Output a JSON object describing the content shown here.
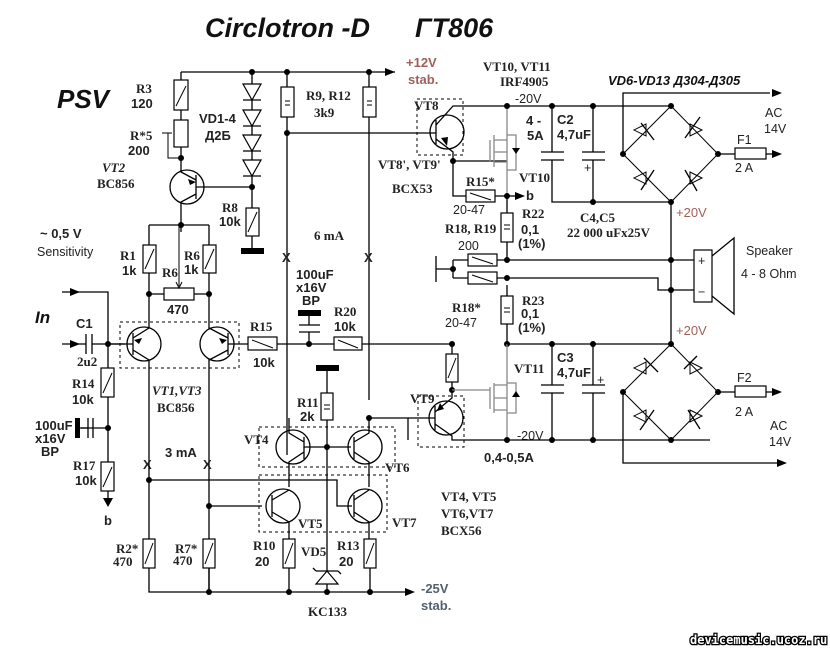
{
  "title": {
    "main": "Circlotron -D",
    "device": "ГТ806"
  },
  "brand": "PSV",
  "watermark": "devicemusic.ucoz.ru",
  "rails": {
    "plus12": "+12V",
    "plus12_note": "stab.",
    "minus25": "-25V",
    "minus25_note": "stab.",
    "minus20_top": "-20V",
    "minus20_bottom": "-20V",
    "plus20_top": "+20V",
    "plus20_bottom": "+20V"
  },
  "input": {
    "label": "In",
    "sensitivity_value": "~ 0,5 V",
    "sensitivity_label": "Sensitivity",
    "b_terminal": "b"
  },
  "components": {
    "R3": {
      "ref": "R3",
      "value": "120"
    },
    "R5": {
      "ref": "R*5",
      "value": "200"
    },
    "VD1_4": {
      "ref": "VD1-4",
      "value": "Д2Б"
    },
    "VT2": {
      "ref": "VT2",
      "value": "BC856"
    },
    "R8": {
      "ref": "R8",
      "value": "10k"
    },
    "R1": {
      "ref": "R1",
      "value": "1k"
    },
    "R6a": {
      "ref": "R6",
      "value": "1k"
    },
    "R6pot": {
      "ref": "R6",
      "value": "470"
    },
    "C1": {
      "ref": "C1",
      "value": "2u2"
    },
    "VT1_3": {
      "ref": "VT1,VT3",
      "value": "BC856"
    },
    "R14": {
      "ref": "R14",
      "value": "10k"
    },
    "Cin": {
      "value1": "100uF",
      "value2": "x16V",
      "value3": "BP"
    },
    "R17": {
      "ref": "R17",
      "value": "10k"
    },
    "R15": {
      "ref": "R15",
      "value": "10k"
    },
    "R9_12": {
      "ref": "R9, R12",
      "value": "3k9"
    },
    "Cmid": {
      "value1": "100uF",
      "value2": "x16V",
      "value3": "BP"
    },
    "R20": {
      "ref": "R20",
      "value": "10k"
    },
    "R11": {
      "ref": "R11",
      "value": "2k"
    },
    "VT4": {
      "ref": "VT4"
    },
    "VT5": {
      "ref": "VT5"
    },
    "VT6": {
      "ref": "VT6"
    },
    "VT7": {
      "ref": "VT7"
    },
    "VT4_7": {
      "line1": "VT4, VT5",
      "line2": "VT6,VT7",
      "line3": "BCX56"
    },
    "R2": {
      "ref": "R2*",
      "value": "470"
    },
    "R7": {
      "ref": "R7*",
      "value": "470"
    },
    "R10": {
      "ref": "R10",
      "value": "20"
    },
    "R13": {
      "ref": "R13",
      "value": "20"
    },
    "VD5": {
      "ref": "VD5",
      "value": "KC133"
    },
    "VT8": {
      "ref": "VT8"
    },
    "VT9": {
      "ref": "VT9"
    },
    "VT8_9": {
      "ref": "VT8', VT9'",
      "value": "BCX53"
    },
    "VT10_11": {
      "ref": "VT10, VT11",
      "value": "IRF4905"
    },
    "VT10": {
      "ref": "VT10"
    },
    "VT11": {
      "ref": "VT11"
    },
    "R15s": {
      "ref": "R15*",
      "value": "20-47"
    },
    "R18s": {
      "ref": "R18*",
      "value": "20-47"
    },
    "R18_19": {
      "ref": "R18, R19",
      "value": "200"
    },
    "R22": {
      "ref": "R22",
      "value": "0,1",
      "tol": "(1%)"
    },
    "R23": {
      "ref": "R23",
      "value": "0,1",
      "tol": "(1%)"
    },
    "C2": {
      "ref": "C2",
      "value": "4,7uF"
    },
    "C3": {
      "ref": "C3",
      "value": "4,7uF"
    },
    "C4_5": {
      "ref": "C4,C5",
      "value": "22 000 uFx25V"
    },
    "bridge": {
      "ref": "VD6-VD13 Д304-Д305"
    },
    "F1": {
      "ref": "F1",
      "value": "2 A"
    },
    "F2": {
      "ref": "F2",
      "value": "2 A"
    },
    "AC1": {
      "line1": "AC",
      "line2": "14V"
    },
    "AC2": {
      "line1": "AC",
      "line2": "14V"
    },
    "speaker": {
      "label": "Speaker",
      "impedance": "4 - 8 Ohm",
      "plus": "+",
      "minus": "−"
    }
  },
  "annotations": {
    "current_top": "4 -",
    "current_top2": "5A",
    "current_bottom": "0,4-0,5A",
    "current_6mA": "6 mA",
    "current_3mA": "3 mA",
    "cross": "X"
  }
}
